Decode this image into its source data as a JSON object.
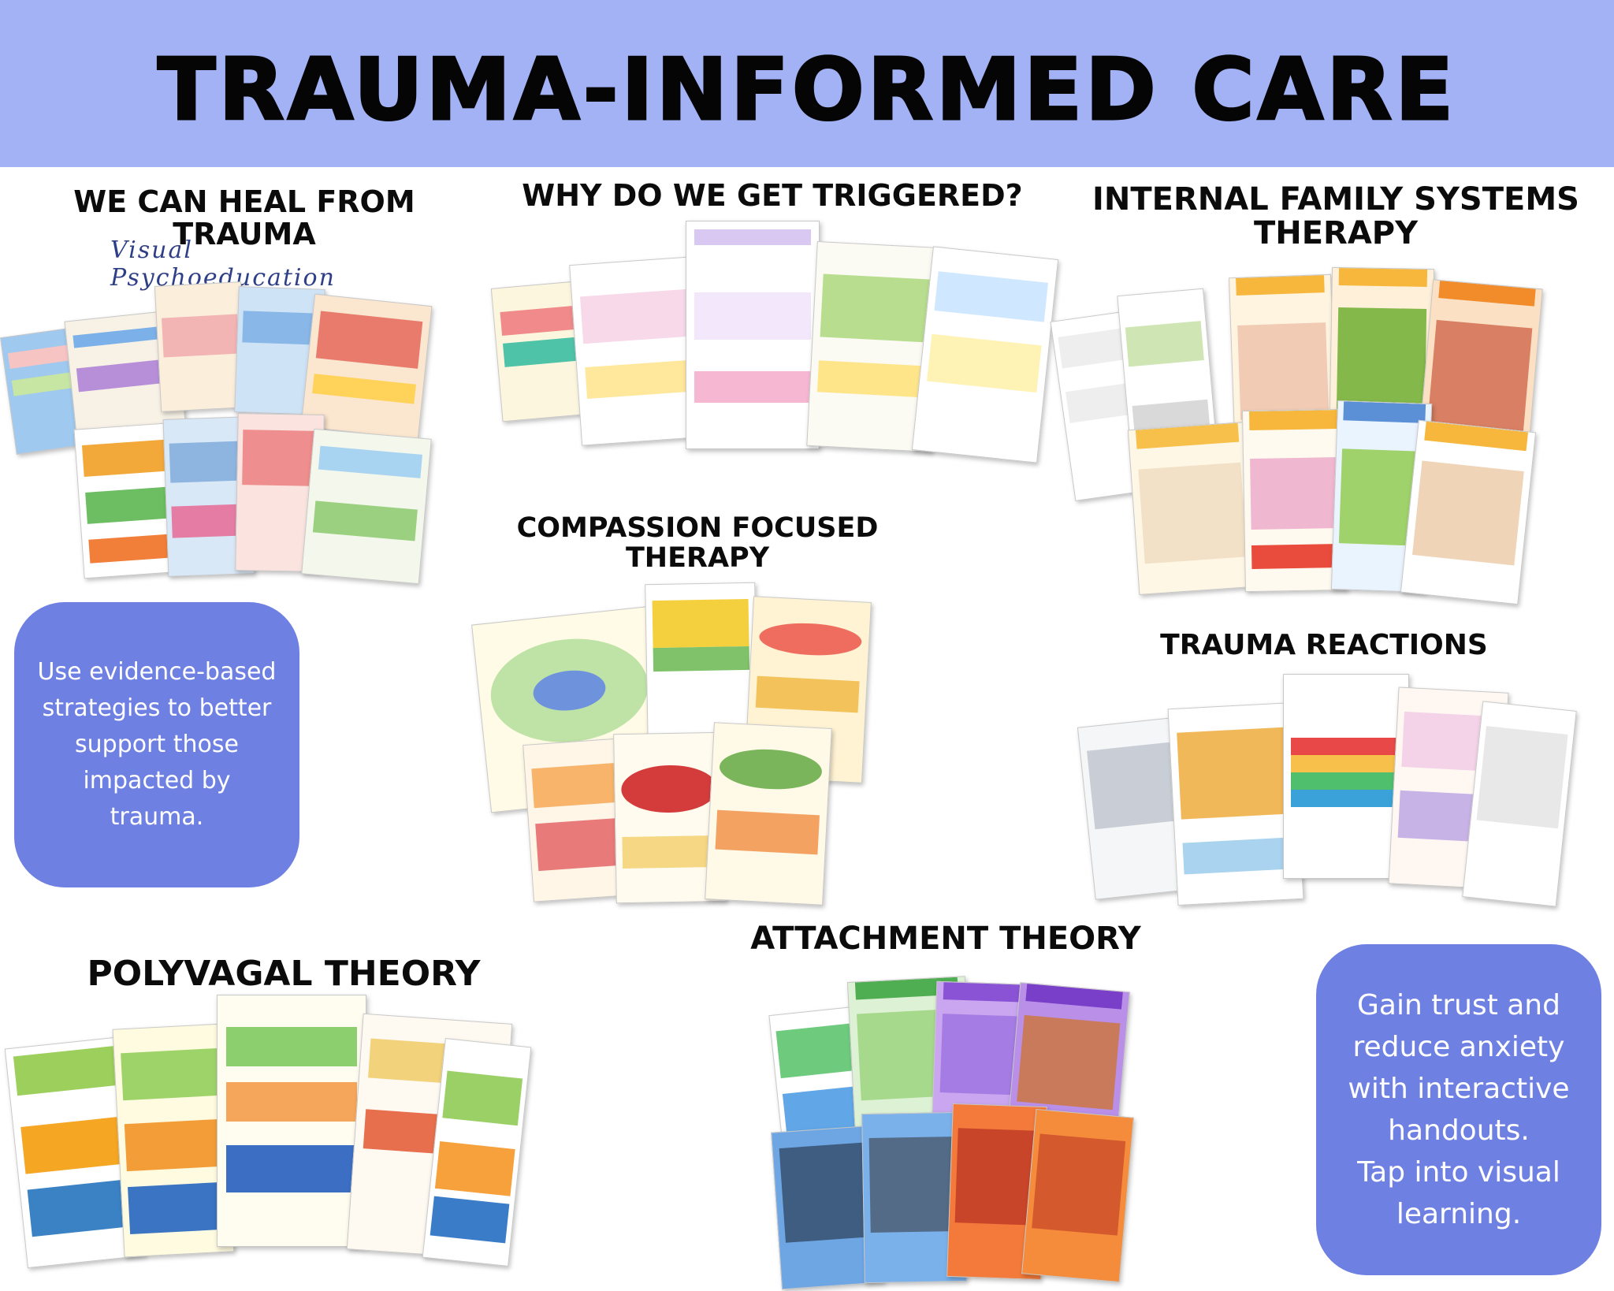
{
  "header": {
    "title": "TRAUMA-INFORMED CARE"
  },
  "sections": {
    "heal": {
      "title": "WE CAN HEAL FROM TRAUMA",
      "subtitle": "Visual Psychoeducation"
    },
    "triggered": {
      "title": "WHY DO WE GET TRIGGERED?"
    },
    "ifs": {
      "title": "INTERNAL FAMILY SYSTEMS\nTHERAPY"
    },
    "cft": {
      "title": "COMPASSION FOCUSED\nTHERAPY"
    },
    "reactions": {
      "title": "TRAUMA REACTIONS"
    },
    "polyvagal": {
      "title": "POLYVAGAL THEORY"
    },
    "attachment": {
      "title": "ATTACHMENT THEORY"
    }
  },
  "callouts": {
    "left": "Use evidence-based\nstrategies to better\nsupport those\nimpacted by\ntrauma.",
    "right": "Gain trust and\nreduce anxiety\nwith interactive\nhandouts.\nTap into visual\nlearning."
  },
  "colors": {
    "header_band": "#a3b2f5",
    "callout": "#6f80e3"
  }
}
